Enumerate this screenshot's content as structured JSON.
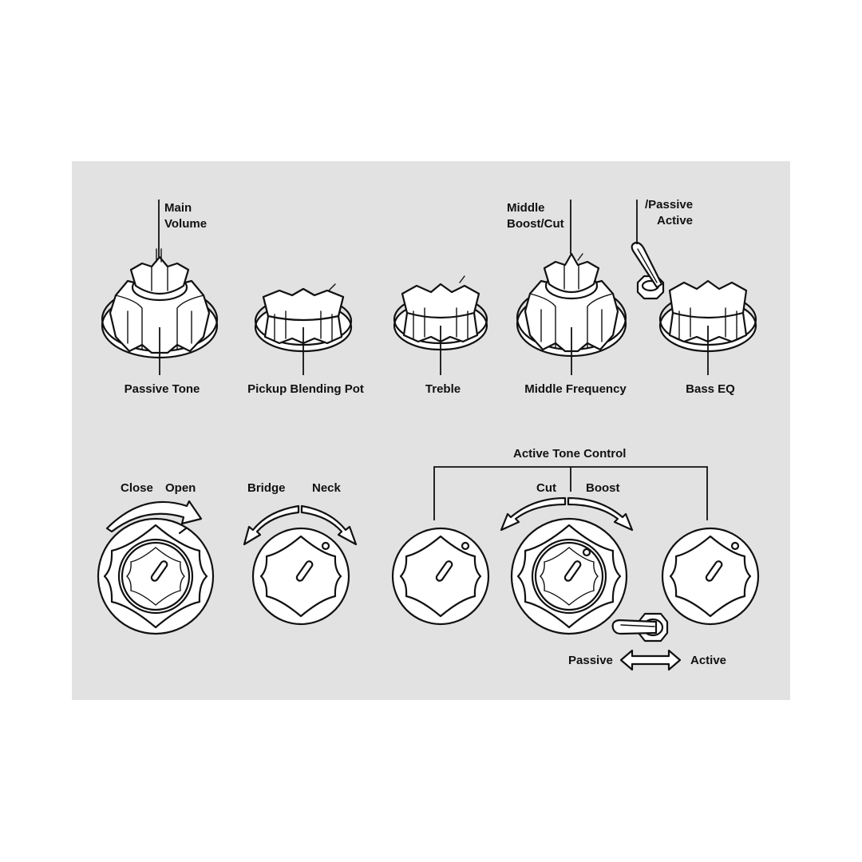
{
  "top_row": {
    "main_volume": [
      "Main",
      "Volume"
    ],
    "middle_boost_cut": [
      "Middle",
      "Boost/Cut"
    ],
    "passive_active_switch": [
      "/Passive",
      "Active"
    ],
    "passive_tone": "Passive Tone",
    "pickup_blending_pot": "Pickup Blending Pot",
    "treble": "Treble",
    "middle_frequency": "Middle Frequency",
    "bass_eq": "Bass EQ"
  },
  "bottom_row": {
    "close": "Close",
    "open": "Open",
    "bridge": "Bridge",
    "neck": "Neck",
    "active_tone_control": "Active Tone Control",
    "cut": "Cut",
    "boost": "Boost",
    "passive": "Passive",
    "active": "Active"
  },
  "colors": {
    "panel_background": "#e2e2e2",
    "page_background": "#ffffff",
    "line": "#111111",
    "knob_fill": "#ffffff"
  },
  "icons": [
    "knob-icon",
    "stacked-knob-icon",
    "toggle-switch-icon",
    "rotation-arrow-icon",
    "double-arrow-icon"
  ]
}
